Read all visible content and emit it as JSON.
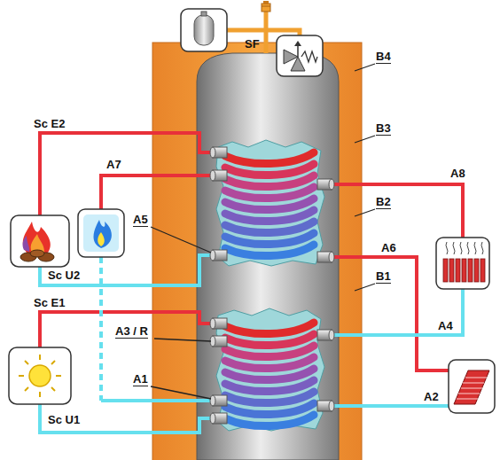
{
  "diagram": {
    "labels": [
      "SF",
      "Sc E2",
      "A7",
      "A5",
      "Sc U2",
      "Sc E1",
      "A3 / R",
      "A1",
      "Sc U1",
      "B4",
      "A8",
      "B3",
      "A6",
      "B2",
      "A4",
      "B1",
      "A2"
    ]
  }
}
